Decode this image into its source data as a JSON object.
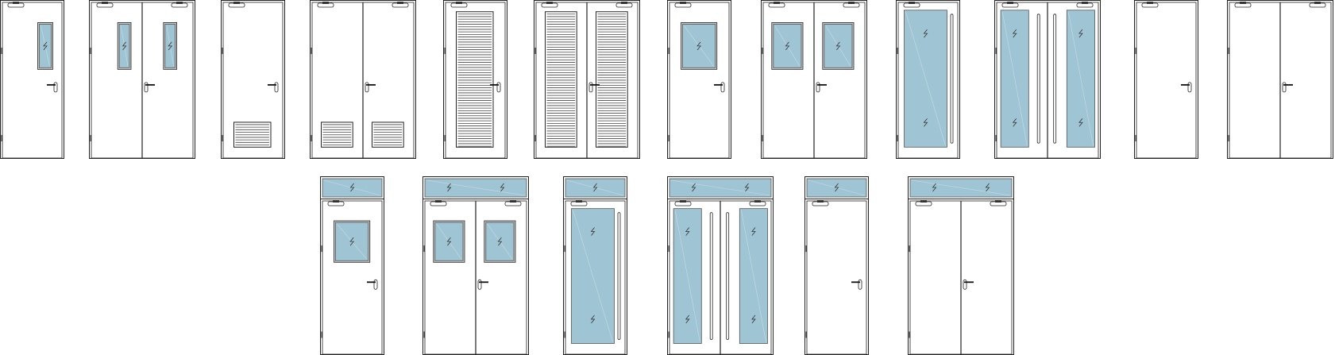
{
  "colors": {
    "stroke": "#222222",
    "glass": "#9fc4d3",
    "glass_edge": "#555555",
    "frame_fill": "#ffffff"
  },
  "doors": [
    {
      "row": 1,
      "leaves": 1,
      "feature": "glass-narrow",
      "transom": false
    },
    {
      "row": 1,
      "leaves": 2,
      "feature": "glass-narrow",
      "transom": false
    },
    {
      "row": 1,
      "leaves": 1,
      "feature": "louver-bottom",
      "transom": false
    },
    {
      "row": 1,
      "leaves": 2,
      "feature": "louver-bottom",
      "transom": false
    },
    {
      "row": 1,
      "leaves": 1,
      "feature": "louver-full",
      "transom": false
    },
    {
      "row": 1,
      "leaves": 2,
      "feature": "louver-full",
      "transom": false
    },
    {
      "row": 1,
      "leaves": 1,
      "feature": "glass-window",
      "transom": false
    },
    {
      "row": 1,
      "leaves": 2,
      "feature": "glass-window",
      "transom": false
    },
    {
      "row": 1,
      "leaves": 1,
      "feature": "glass-full",
      "transom": false
    },
    {
      "row": 1,
      "leaves": 2,
      "feature": "glass-full",
      "transom": false
    },
    {
      "row": 1,
      "leaves": 1,
      "feature": "plain",
      "transom": false
    },
    {
      "row": 1,
      "leaves": 2,
      "feature": "plain",
      "transom": false
    },
    {
      "row": 2,
      "leaves": 1,
      "feature": "glass-window",
      "transom": true
    },
    {
      "row": 2,
      "leaves": 2,
      "feature": "glass-window",
      "transom": true
    },
    {
      "row": 2,
      "leaves": 1,
      "feature": "glass-full",
      "transom": true
    },
    {
      "row": 2,
      "leaves": 2,
      "feature": "glass-full",
      "transom": true
    },
    {
      "row": 2,
      "leaves": 1,
      "feature": "plain",
      "transom": true
    },
    {
      "row": 2,
      "leaves": 2,
      "feature": "plain",
      "transom": true
    }
  ]
}
